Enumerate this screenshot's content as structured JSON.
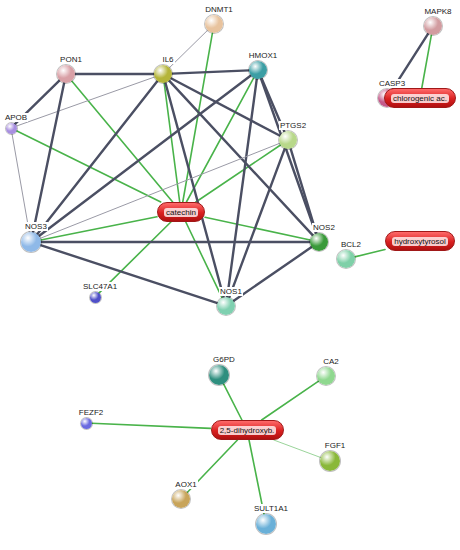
{
  "diagram": {
    "nodes": [
      {
        "text": [
          "DNMT1"
        ]
      },
      {
        "text": [
          "PON1"
        ]
      },
      {
        "text": [
          "IL6"
        ]
      },
      {
        "text": [
          "HMOX1"
        ]
      },
      {
        "text": [
          "APOB"
        ]
      },
      {
        "text": [
          "PTGS2"
        ]
      },
      {
        "text": [
          "catechin"
        ]
      },
      {
        "text": [
          "NOS3"
        ]
      },
      {
        "text": [
          "NOS2"
        ]
      },
      {
        "text": [
          "SLC47A1"
        ]
      },
      {
        "text": [
          "NOS1"
        ]
      },
      {
        "text": [
          "MAPK8"
        ]
      },
      {
        "text": [
          "CASP3"
        ]
      },
      {
        "text": [
          "chlorogenic ac."
        ]
      },
      {
        "text": [
          "BCL2"
        ]
      },
      {
        "text": [
          "hydroxytyrosol"
        ]
      },
      {
        "text": [
          "G6PD"
        ]
      },
      {
        "text": [
          "CA2"
        ]
      },
      {
        "text": [
          "FEZF2"
        ]
      },
      {
        "text": [
          "2,5-dihydroxyb."
        ]
      },
      {
        "text": [
          "FGF1"
        ]
      },
      {
        "text": [
          "AOX1"
        ]
      },
      {
        "text": [
          "SULT1A1"
        ]
      }
    ],
    "edges": [
      {
        "from": 6,
        "to": 1,
        "arrow": "none"
      },
      {
        "from": 6,
        "to": 2,
        "arrow": "none"
      },
      {
        "from": 6,
        "to": 0,
        "arrow": "none"
      },
      {
        "from": 6,
        "to": 3,
        "arrow": "none"
      },
      {
        "from": 6,
        "to": 5,
        "arrow": "none"
      },
      {
        "from": 6,
        "to": 8,
        "arrow": "none"
      },
      {
        "from": 6,
        "to": 10,
        "arrow": "none"
      },
      {
        "from": 6,
        "to": 7,
        "arrow": "none"
      },
      {
        "from": 6,
        "to": 4,
        "arrow": "none"
      },
      {
        "from": 6,
        "to": 9,
        "arrow": "none"
      },
      {
        "from": 2,
        "to": 0,
        "arrow": "none"
      },
      {
        "from": 2,
        "to": 1,
        "arrow": "none"
      },
      {
        "from": 2,
        "to": 3,
        "arrow": "none"
      },
      {
        "from": 2,
        "to": 5,
        "arrow": "none"
      },
      {
        "from": 2,
        "to": 7,
        "arrow": "none"
      },
      {
        "from": 2,
        "to": 8,
        "arrow": "none"
      },
      {
        "from": 2,
        "to": 10,
        "arrow": "none"
      },
      {
        "from": 2,
        "to": 4,
        "arrow": "none"
      },
      {
        "from": 3,
        "to": 5,
        "arrow": "none"
      },
      {
        "from": 3,
        "to": 7,
        "arrow": "none"
      },
      {
        "from": 3,
        "to": 8,
        "arrow": "none"
      },
      {
        "from": 3,
        "to": 10,
        "arrow": "none"
      },
      {
        "from": 5,
        "to": 8,
        "arrow": "none"
      },
      {
        "from": 5,
        "to": 10,
        "arrow": "none"
      },
      {
        "from": 5,
        "to": 7,
        "arrow": "none"
      },
      {
        "from": 7,
        "to": 8,
        "arrow": "none"
      },
      {
        "from": 7,
        "to": 10,
        "arrow": "none"
      },
      {
        "from": 7,
        "to": 1,
        "arrow": "none"
      },
      {
        "from": 7,
        "to": 4,
        "arrow": "none"
      },
      {
        "from": 1,
        "to": 4,
        "arrow": "none"
      },
      {
        "from": 8,
        "to": 10,
        "arrow": "none"
      },
      {
        "from": 11,
        "to": 12,
        "arrow": "none"
      },
      {
        "from": 11,
        "to": 13,
        "arrow": "none"
      },
      {
        "from": 12,
        "to": 13,
        "arrow": "none"
      },
      {
        "from": 14,
        "to": 15,
        "arrow": "none"
      },
      {
        "from": 19,
        "to": 16,
        "arrow": "none"
      },
      {
        "from": 19,
        "to": 17,
        "arrow": "none"
      },
      {
        "from": 19,
        "to": 18,
        "arrow": "none"
      },
      {
        "from": 19,
        "to": 20,
        "arrow": "none"
      },
      {
        "from": 19,
        "to": 21,
        "arrow": "none"
      },
      {
        "from": 19,
        "to": 22,
        "arrow": "none"
      }
    ]
  }
}
